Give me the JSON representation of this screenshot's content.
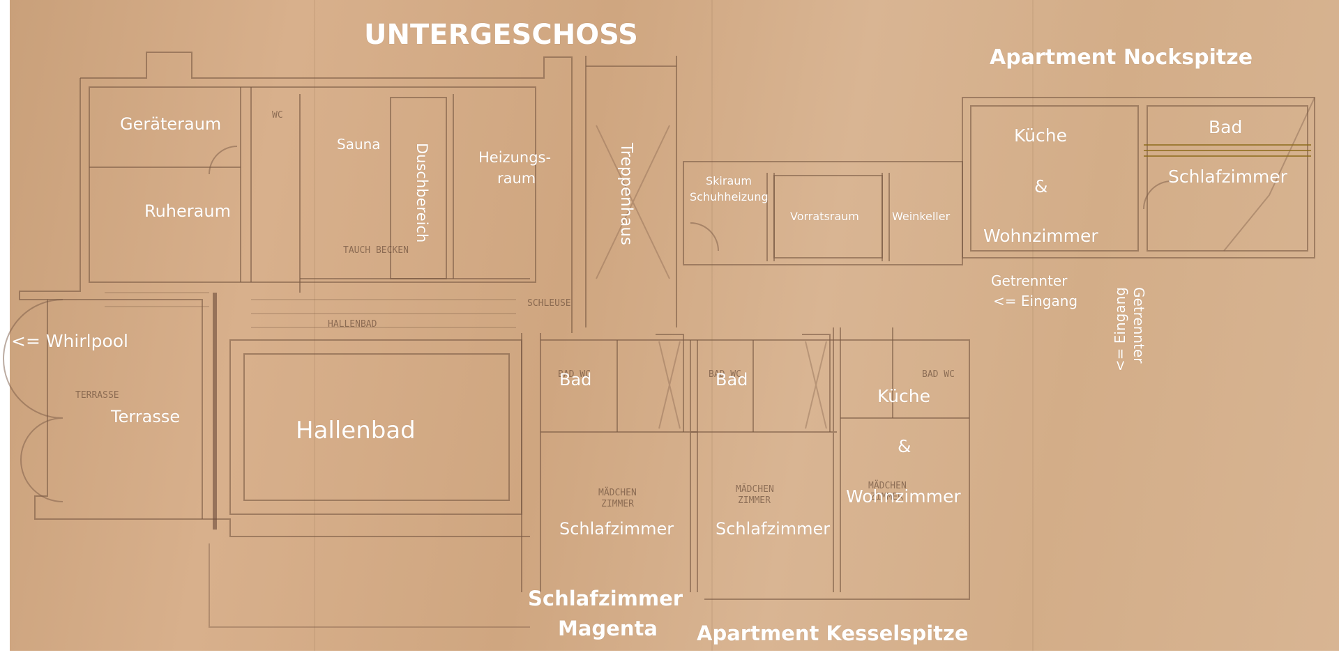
{
  "title": "UNTERGESCHOSS",
  "apartments": {
    "nockspitze": "Apartment Nockspitze",
    "kesselspitze": "Apartment Kesselspitze",
    "magenta_line1": "Schlafzimmer",
    "magenta_line2": "Magenta"
  },
  "rooms": {
    "geraeteraum": "Geräteraum",
    "ruheraum": "Ruheraum",
    "sauna": "Sauna",
    "duschbereich": "Duschbereich",
    "heizung_line1": "Heizungs-",
    "heizung_line2": "raum",
    "treppenhaus": "Treppenhaus",
    "skiraum": "Skiraum",
    "schuhheizung": "Schuhheizung",
    "vorratsraum": "Vorratsraum",
    "weinkeller": "Weinkeller",
    "kueche_nock": "Küche",
    "amp_nock": "&",
    "wohnzimmer_nock": "Wohnzimmer",
    "bad_nock": "Bad",
    "schlafzimmer_nock": "Schlafzimmer",
    "getrennter_1": "Getrennter",
    "eingang_1": "<= Eingang",
    "getrennter_2": "Getrennter",
    "eingang_2": "<= Eingang",
    "whirlpool": "<= Whirlpool",
    "terrasse": "Terrasse",
    "hallenbad": "Hallenbad",
    "bad_magenta": "Bad",
    "bad_kessel": "Bad",
    "kueche_kessel": "Küche",
    "amp_kessel": "&",
    "wohnzimmer_kessel": "Wohnzimmer",
    "schlafzimmer_magenta": "Schlafzimmer",
    "schlafzimmer_kessel": "Schlafzimmer"
  },
  "sketch_notes": {
    "hallenbad": "HALLENBAD",
    "terrasse": "TERRASSE",
    "schleuse": "SCHLEUSE",
    "maedchen_1": "MÄDCHEN",
    "zimmer_1": "ZIMMER",
    "maedchen_2": "MÄDCHEN",
    "zimmer_2": "ZIMMER",
    "maedchen_3": "MÄDCHEN",
    "zimmer_3": "ZIMMER",
    "bad_wc_1": "BAD WC",
    "bad_wc_2": "BAD WC",
    "bad_wc_3": "BAD WC",
    "wc": "WC",
    "tauchbecken": "TAUCH BECKEN"
  },
  "colors": {
    "paper": "#d3ac87",
    "pencil": "#7a5a45",
    "label": "#ffffff"
  }
}
